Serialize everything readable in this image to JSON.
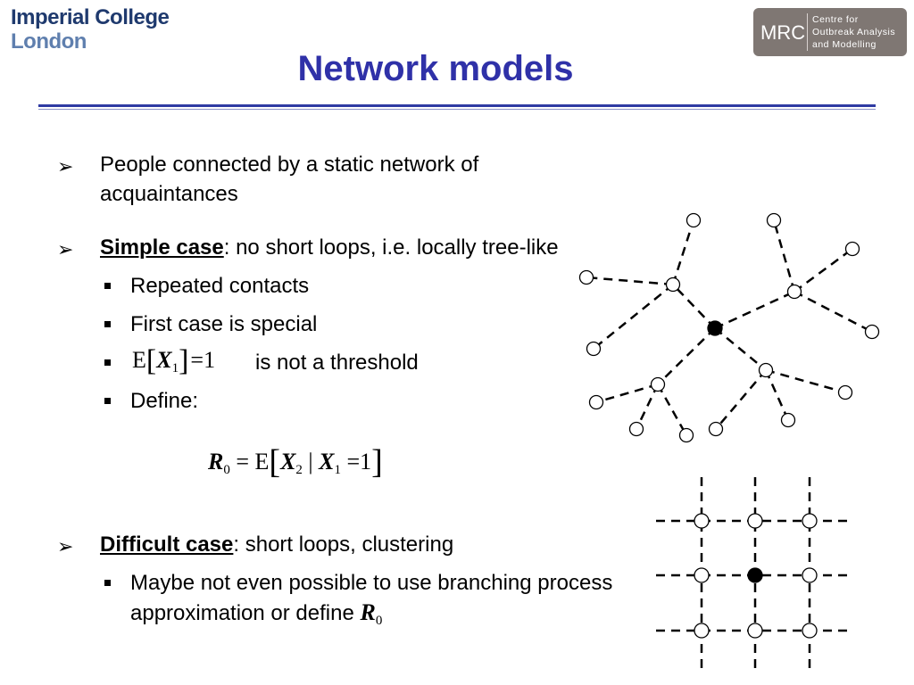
{
  "logo": {
    "line1": "Imperial College",
    "line2": "London"
  },
  "mrc": {
    "abbr": "MRC",
    "lines": [
      "Centre for",
      "Outbreak Analysis",
      "and Modelling"
    ]
  },
  "title": "Network models",
  "bullets": {
    "b1": {
      "symbol": "➢",
      "text": "People connected by a static network of acquaintances"
    },
    "b2": {
      "symbol": "➢",
      "term": "Simple case",
      "rest": ": no short loops, i.e. locally tree-like",
      "sub": [
        "Repeated contacts",
        "First case is special",
        "is not a threshold",
        "Define:"
      ]
    },
    "b3": {
      "symbol": "➢",
      "term": "Difficult case",
      "rest": ": short loops, clustering",
      "sub1": "Maybe not even possible to use branching process approximation or define"
    }
  },
  "math": {
    "E": "E",
    "X": "X",
    "one": "1",
    "sub1": "1",
    "sub2": "2",
    "eq": "=",
    "R": "R",
    "sub0": "0",
    "given": "|"
  },
  "icons": {
    "bullet_main": "arrowhead-bullet",
    "bullet_sub": "square-bullet"
  }
}
